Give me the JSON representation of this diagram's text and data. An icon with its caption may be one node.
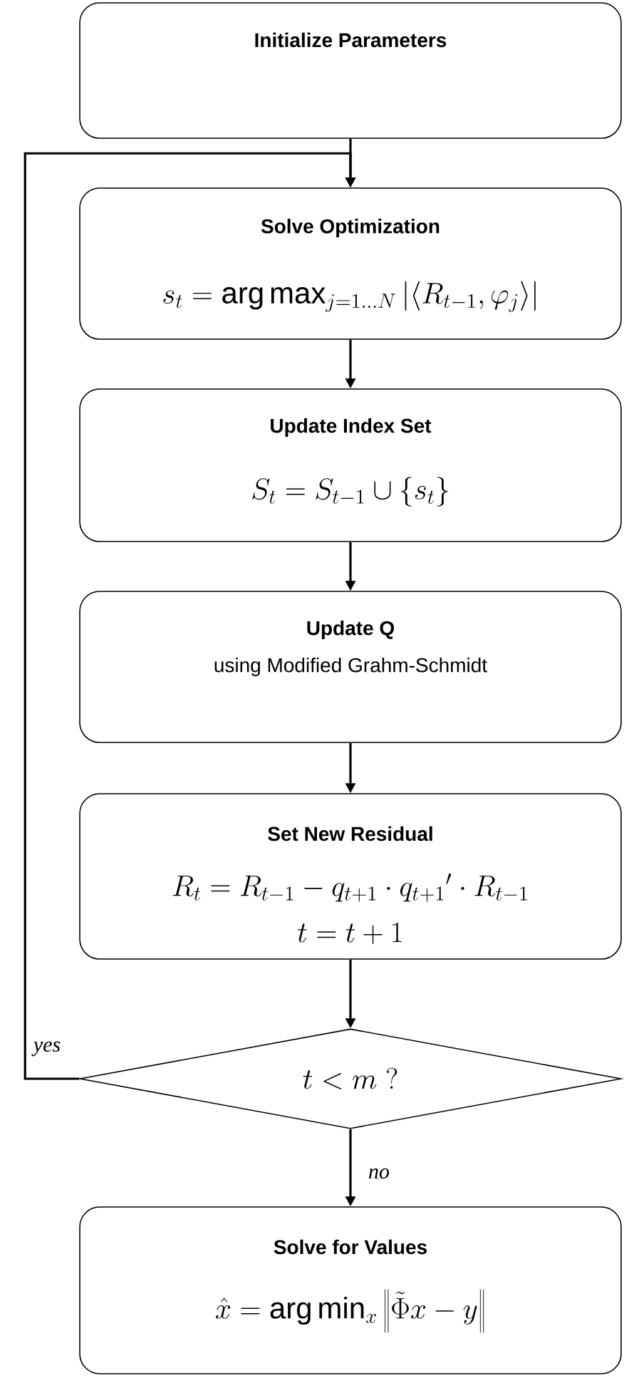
{
  "diagram": {
    "nodes": [
      {
        "text": [
          "Initialize Parameters"
        ]
      },
      {
        "text": [
          "Solve Optimization",
          "s_t = \\arg\\max_{j=1\\ldots N} \\left|\\left\\langle R_{t-1}, \\varphi_j \\right\\rangle\\right|"
        ]
      },
      {
        "text": [
          "Update Index Set",
          "S_t = S_{t-1} \\cup \\left\\{ s_t \\right\\}"
        ]
      },
      {
        "text": [
          "Update Q",
          "using Modified Grahm-Schmidt"
        ]
      },
      {
        "text": [
          "Set New Residual",
          "R_t = R_{t-1} - q_{t+1} \\cdot q_{t+1}{}' \\cdot R_{t-1}",
          "t = t + 1"
        ]
      },
      {
        "text": [
          "t < m \\ ?"
        ]
      },
      {
        "text": [
          "Solve for Values",
          "\\hat{x} = \\arg\\min_x \\left\\| \\tilde{\\Phi} x - y \\right\\|"
        ]
      }
    ],
    "edges": [
      {
        "from": 0,
        "to": 1,
        "arrow": "to"
      },
      {
        "from": 1,
        "to": 2,
        "arrow": "to"
      },
      {
        "from": 2,
        "to": 3,
        "arrow": "to"
      },
      {
        "from": 3,
        "to": 4,
        "arrow": "to"
      },
      {
        "from": 4,
        "to": 5,
        "arrow": "to"
      },
      {
        "from": 5,
        "to": 1,
        "label": "yes",
        "arrow": "to"
      },
      {
        "from": 5,
        "to": 6,
        "label": "no",
        "arrow": "to"
      }
    ]
  }
}
